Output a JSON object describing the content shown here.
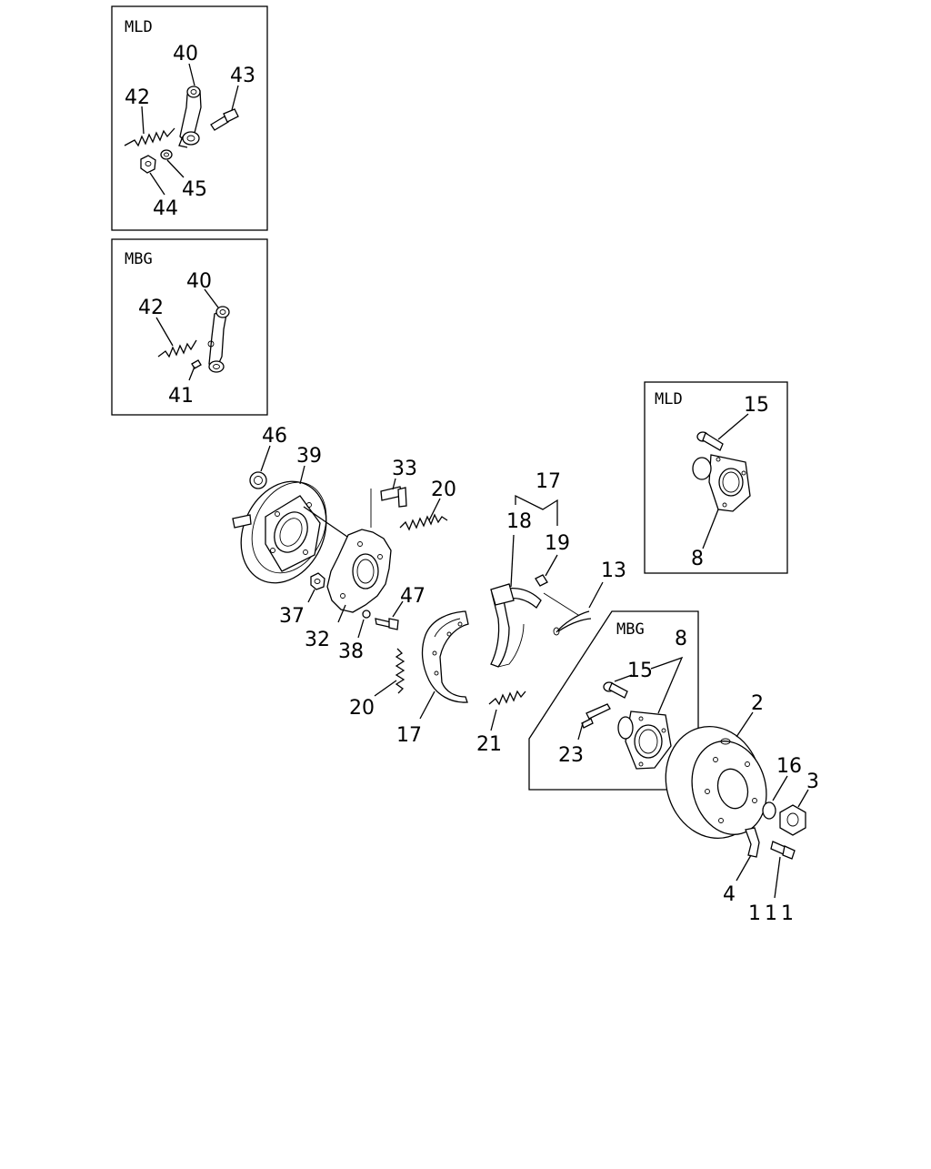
{
  "insets": {
    "mld_top": {
      "label": "MLD"
    },
    "mbg_top": {
      "label": "MBG"
    },
    "mld_right": {
      "label": "MLD"
    },
    "mbg_center": {
      "label": "MBG"
    }
  },
  "callouts": {
    "mld_top": [
      "40",
      "43",
      "42",
      "45",
      "44"
    ],
    "mbg_top": [
      "40",
      "42",
      "41"
    ],
    "mld_right": [
      "15",
      "8"
    ],
    "main": [
      "46",
      "39",
      "33",
      "20",
      "17",
      "18",
      "19",
      "13",
      "37",
      "47",
      "32",
      "38",
      "20",
      "17",
      "21",
      "2",
      "16",
      "3",
      "4",
      "111"
    ],
    "mbg_center": [
      "8",
      "15",
      "23"
    ]
  }
}
